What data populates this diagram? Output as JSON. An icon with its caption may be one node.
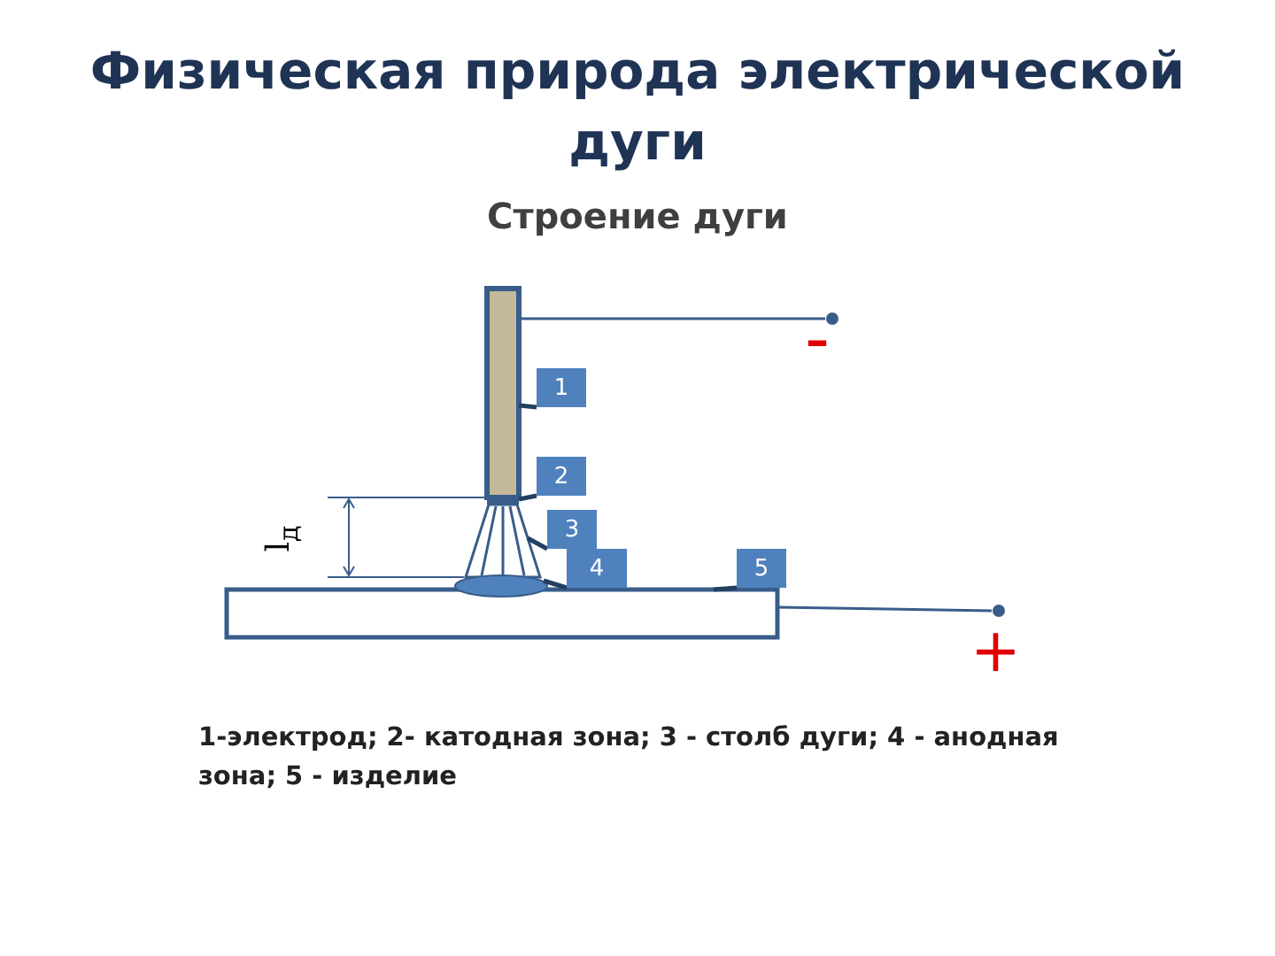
{
  "diagram": {
    "title": "Физическая природа электрической дуги",
    "nodes": [
      {
        "text": [],
        "shape": "box"
      },
      {
        "text": [],
        "shape": "bar"
      },
      {
        "text": [],
        "shape": "cone"
      },
      {
        "text": [],
        "shape": "ellipse"
      },
      {
        "text": [],
        "shape": "box"
      },
      {
        "text": [
          "1"
        ]
      },
      {
        "text": [
          "2"
        ]
      },
      {
        "text": [
          "3"
        ]
      },
      {
        "text": [
          "4"
        ]
      },
      {
        "text": [
          "5"
        ]
      },
      {
        "text": [],
        "shape": "circle"
      },
      {
        "text": [],
        "shape": "circle"
      }
    ],
    "edges": [
      {
        "from": 5,
        "to": 0,
        "arrow": "none"
      },
      {
        "from": 6,
        "to": 1,
        "arrow": "none"
      },
      {
        "from": 7,
        "to": 2,
        "arrow": "none"
      },
      {
        "from": 8,
        "to": 3,
        "arrow": "none"
      },
      {
        "from": 9,
        "to": 4,
        "arrow": "none"
      },
      {
        "from": 0,
        "to": 10,
        "arrow": "none"
      },
      {
        "from": 4,
        "to": 11,
        "arrow": "none"
      }
    ],
    "labels": [
      "Строение дуги",
      "–",
      "l$_{д}$",
      "+",
      "1-электрод; 2- катодная зона; 3 - столб дуги; 4 - анодная зона; 5 - изделие"
    ]
  }
}
